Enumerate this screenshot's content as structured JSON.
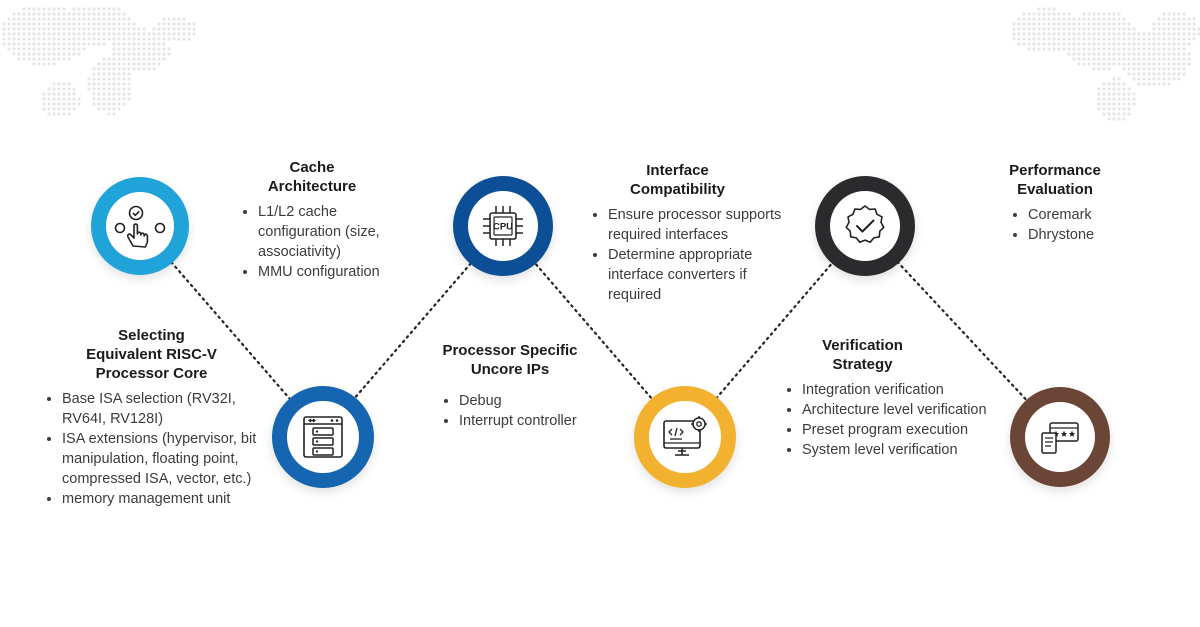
{
  "steps": [
    {
      "title_lines": [
        "Selecting",
        "Equivalent RISC-V",
        "Processor Core"
      ],
      "bullets": [
        "Base ISA selection (RV32I, RV64I, RV128I)",
        "ISA extensions (hypervisor, bit manipulation, floating point, compressed ISA, vector, etc.)",
        "memory management unit"
      ],
      "icon": "hand-select-icon",
      "color": "#1fa3d8"
    },
    {
      "title_lines": [
        "Cache",
        "Architecture"
      ],
      "bullets": [
        "L1/L2 cache configuration (size, associativity)",
        "MMU configuration"
      ],
      "icon": "server-rack-icon",
      "color": "#1565b0"
    },
    {
      "title_lines": [
        "Processor Specific",
        "Uncore IPs"
      ],
      "bullets": [
        "Debug",
        "Interrupt controller"
      ],
      "icon": "cpu-chip-icon",
      "icon_text": "CPU",
      "color": "#0d4f96"
    },
    {
      "title_lines": [
        "Interface",
        "Compatibility"
      ],
      "bullets": [
        "Ensure processor supports required interfaces",
        "Determine appropriate interface converters if required"
      ],
      "icon": "monitor-code-icon",
      "color": "#f2b12e"
    },
    {
      "title_lines": [
        "Verification",
        "Strategy"
      ],
      "bullets": [
        "Integration verification",
        "Architecture level verification",
        "Preset program execution",
        "System level verification"
      ],
      "icon": "verified-badge-icon",
      "color": "#2b2b2e"
    },
    {
      "title_lines": [
        "Performance",
        "Evaluation"
      ],
      "bullets": [
        "Coremark",
        "Dhrystone"
      ],
      "icon": "benchmark-screen-icon",
      "color": "#6b4535"
    }
  ]
}
